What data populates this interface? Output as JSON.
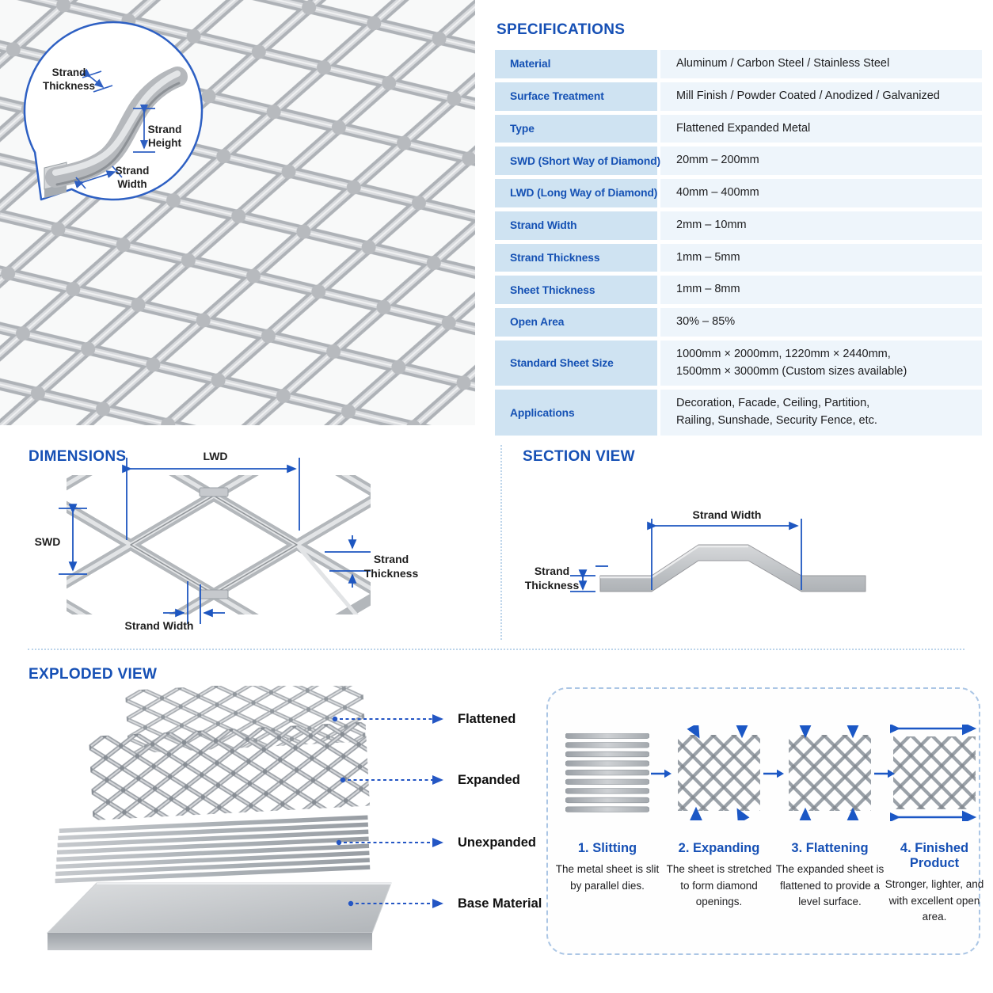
{
  "colors": {
    "accent_blue": "#1650b5",
    "dimension_line_blue": "#1d56c0",
    "table_label_bg": "#cfe3f2",
    "table_value_bg": "#eef5fb",
    "divider_blue": "#bcd4ea",
    "metal_gray": "#b4b8bc"
  },
  "photo_inset": {
    "strand_thickness": "Strand Thickness",
    "strand_height": "Strand Height",
    "strand_width": "Strand Width"
  },
  "specifications": {
    "title": "SPECIFICATIONS",
    "rows": [
      {
        "label": "Material",
        "value": "Aluminum / Carbon Steel / Stainless Steel"
      },
      {
        "label": "Surface Treatment",
        "value": "Mill Finish / Powder Coated / Anodized / Galvanized"
      },
      {
        "label": "Type",
        "value": "Flattened Expanded Metal"
      },
      {
        "label": "SWD (Short Way of Diamond)",
        "value": "20mm – 200mm"
      },
      {
        "label": "LWD (Long Way of Diamond)",
        "value": "40mm – 400mm"
      },
      {
        "label": "Strand Width",
        "value": "2mm – 10mm"
      },
      {
        "label": "Strand Thickness",
        "value": "1mm – 5mm"
      },
      {
        "label": "Sheet Thickness",
        "value": "1mm – 8mm"
      },
      {
        "label": "Open Area",
        "value": "30% – 85%"
      },
      {
        "label": "Standard Sheet Size",
        "value": "1000mm × 2000mm, 1220mm × 2440mm,\n1500mm × 3000mm (Custom sizes available)"
      },
      {
        "label": "Applications",
        "value": "Decoration, Facade, Ceiling, Partition,\nRailing, Sunshade, Security Fence, etc."
      }
    ]
  },
  "dimensions": {
    "title": "DIMENSIONS",
    "lwd": "LWD",
    "swd": "SWD",
    "strand_thickness": "Strand Thickness",
    "strand_width": "Strand Width"
  },
  "section_view": {
    "title": "SECTION VIEW",
    "strand_width": "Strand Width",
    "strand_thickness": "Strand Thickness"
  },
  "exploded_view": {
    "title": "EXPLODED VIEW",
    "layers": [
      {
        "label": "Flattened"
      },
      {
        "label": "Expanded"
      },
      {
        "label": "Unexpanded"
      },
      {
        "label": "Base Material"
      }
    ]
  },
  "process": {
    "steps": [
      {
        "title": "1. Slitting",
        "description": "The metal sheet is slit by parallel dies."
      },
      {
        "title": "2. Expanding",
        "description": "The sheet is stretched to form diamond openings."
      },
      {
        "title": "3. Flattening",
        "description": "The expanded sheet is flattened to provide a level surface."
      },
      {
        "title": "4. Finished Product",
        "description": "Stronger, lighter, and with excellent open area."
      }
    ]
  }
}
